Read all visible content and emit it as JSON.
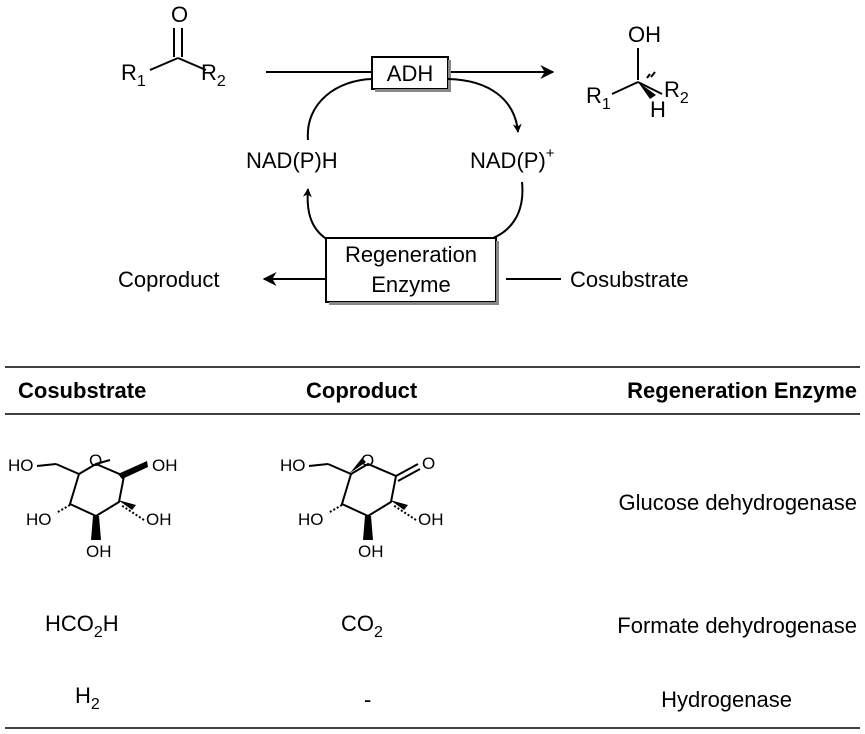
{
  "scheme": {
    "ketone": {
      "o": "O",
      "r1": "R",
      "r1_sub": "1",
      "r2": "R",
      "r2_sub": "2"
    },
    "alcohol": {
      "oh": "OH",
      "r1": "R",
      "r1_sub": "1",
      "r2": "R",
      "r2_sub": "2",
      "h": "H"
    },
    "adh_label": "ADH",
    "nadph": "NAD(P)H",
    "nadp": "NAD(P)",
    "nadp_charge": "+",
    "regen_line1": "Regeneration",
    "regen_line2": "Enzyme",
    "coproduct": "Coproduct",
    "cosubstrate": "Cosubstrate"
  },
  "table": {
    "headers": [
      "Cosubstrate",
      "Coproduct",
      "Regeneration Enzyme"
    ],
    "glucose": {
      "ho": "HO",
      "oh": "OH",
      "o": "O"
    },
    "gluconolactone": {
      "ho": "HO",
      "oh": "OH",
      "o": "O"
    },
    "rows": [
      {
        "enzyme": "Glucose dehydrogenase"
      },
      {
        "cosubstrate_main": "HCO",
        "cosubstrate_sub": "2",
        "cosubstrate_end": "H",
        "coproduct_main": "CO",
        "coproduct_sub": "2",
        "enzyme": "Formate dehydrogenase"
      },
      {
        "cosubstrate_main": "H",
        "cosubstrate_sub": "2",
        "coproduct": "-",
        "enzyme": "Hydrogenase"
      }
    ]
  }
}
